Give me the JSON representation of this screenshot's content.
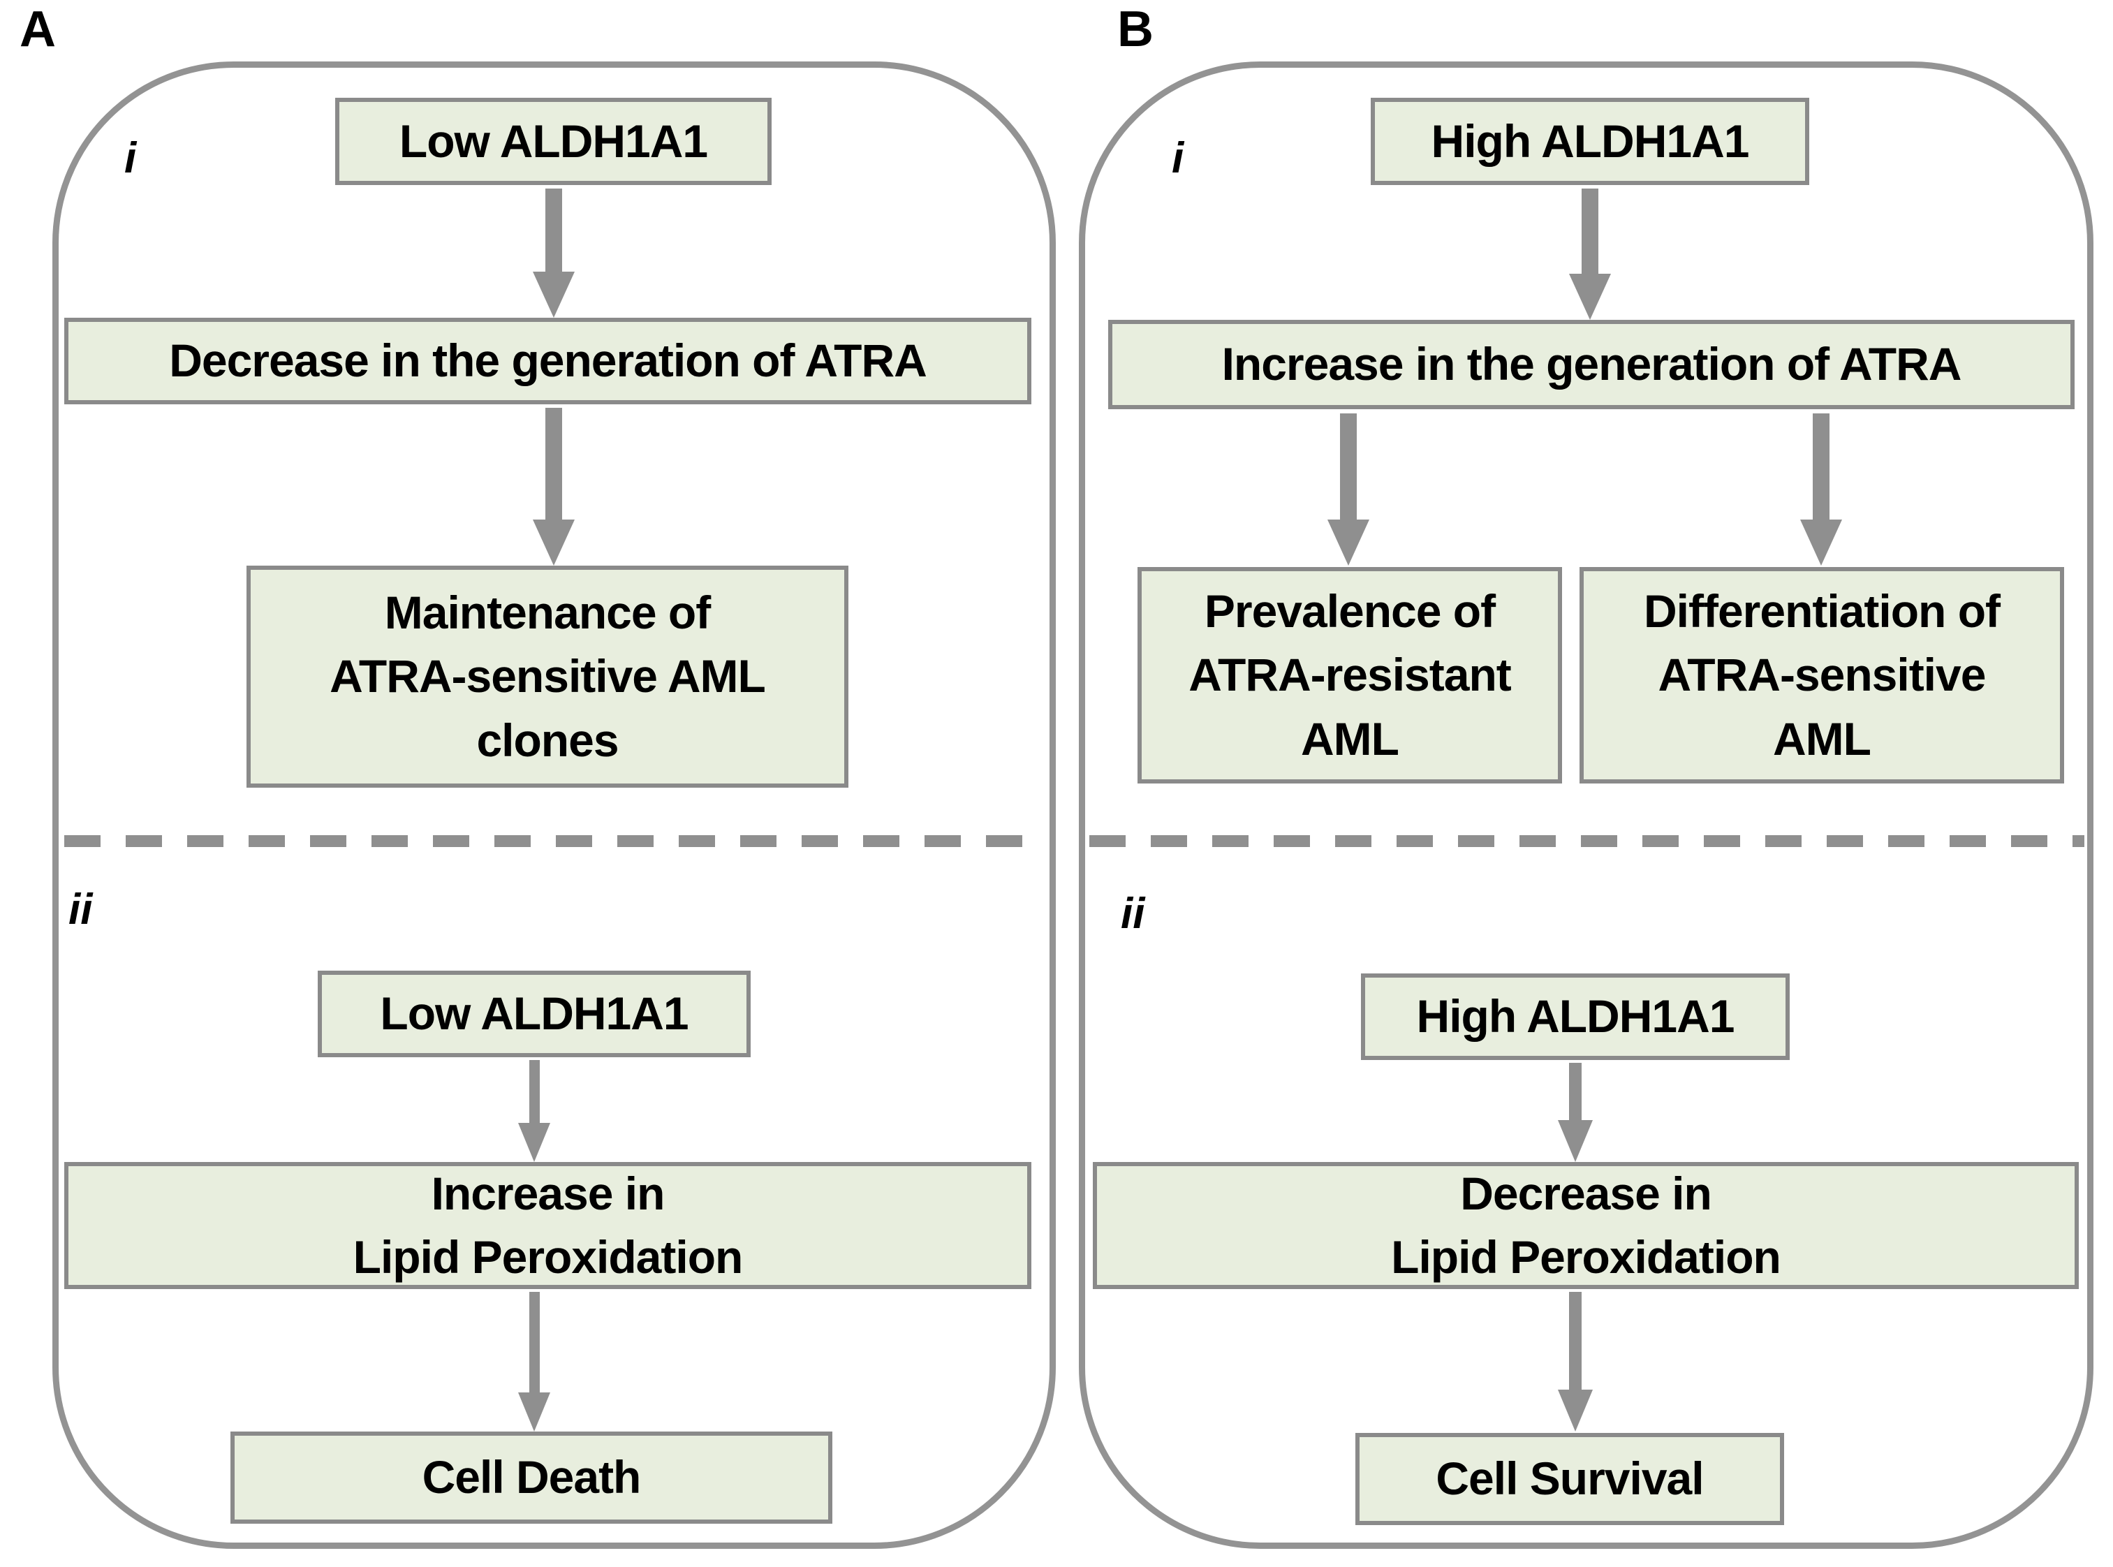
{
  "colors": {
    "box_fill": "#e8eede",
    "box_border": "#8a8a8a",
    "panel_border": "#939393",
    "arrow": "#8f8f8f",
    "text": "#000000"
  },
  "panel_a": {
    "label": "A",
    "section_i": {
      "label": "i",
      "box_low_aldh1a1": "Low ALDH1A1",
      "box_decrease_atra": "Decrease in the generation of ATRA",
      "box_maintenance": "Maintenance of\nATRA-sensitive AML\nclones"
    },
    "section_ii": {
      "label": "ii",
      "box_low_aldh1a1": "Low ALDH1A1",
      "box_lipid": "Increase in\nLipid Peroxidation",
      "box_outcome": "Cell Death"
    }
  },
  "panel_b": {
    "label": "B",
    "section_i": {
      "label": "i",
      "box_high_aldh1a1": "High ALDH1A1",
      "box_increase_atra": "Increase in the generation of ATRA",
      "box_prevalence": "Prevalence of\nATRA-resistant\nAML",
      "box_differentiation": "Differentiation of\nATRA-sensitive\nAML"
    },
    "section_ii": {
      "label": "ii",
      "box_high_aldh1a1": "High ALDH1A1",
      "box_lipid": "Decrease in\nLipid Peroxidation",
      "box_outcome": "Cell Survival"
    }
  }
}
